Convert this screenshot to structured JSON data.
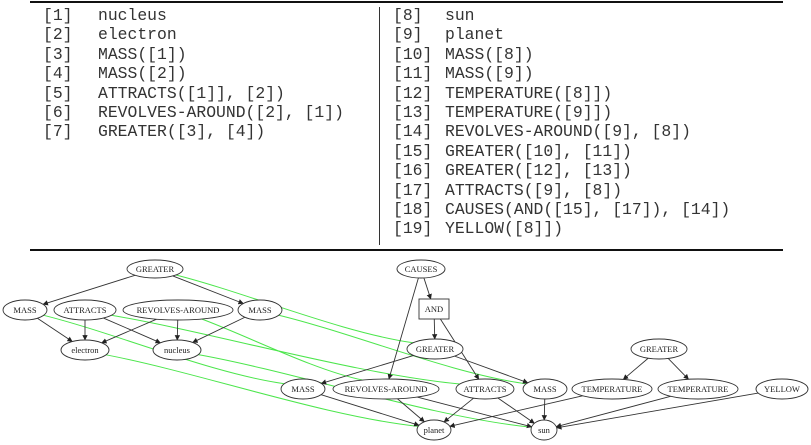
{
  "facts_table": {
    "left": [
      {
        "index": "[1]",
        "expr": "nucleus"
      },
      {
        "index": "[2]",
        "expr": "electron"
      },
      {
        "index": "[3]",
        "expr": "MASS([1])"
      },
      {
        "index": "[4]",
        "expr": "MASS([2])"
      },
      {
        "index": "[5]",
        "expr": "ATTRACTS([1]], [2])"
      },
      {
        "index": "[6]",
        "expr": "REVOLVES-AROUND([2], [1])"
      },
      {
        "index": "[7]",
        "expr": "GREATER([3], [4])"
      }
    ],
    "right": [
      {
        "index": "[8]",
        "expr": "sun"
      },
      {
        "index": "[9]",
        "expr": "planet"
      },
      {
        "index": "[10]",
        "expr": "MASS([8])"
      },
      {
        "index": "[11]",
        "expr": "MASS([9])"
      },
      {
        "index": "[12]",
        "expr": "TEMPERATURE([8]])"
      },
      {
        "index": "[13]",
        "expr": "TEMPERATURE([9]])"
      },
      {
        "index": "[14]",
        "expr": "REVOLVES-AROUND([9], [8])"
      },
      {
        "index": "[15]",
        "expr": "GREATER([10], [11])"
      },
      {
        "index": "[16]",
        "expr": "GREATER([12], [13])"
      },
      {
        "index": "[17]",
        "expr": "ATTRACTS([9], [8])"
      },
      {
        "index": "[18]",
        "expr": "CAUSES(AND([15], [17]), [14])"
      },
      {
        "index": "[19]",
        "expr": "YELLOW([8]])"
      }
    ]
  },
  "graph": {
    "edge_color": "#333333",
    "mapping_color": "#4ce64c",
    "nodes": [
      {
        "id": "a_greater",
        "label": "GREATER",
        "shape": "ellipse"
      },
      {
        "id": "a_mass1",
        "label": "MASS",
        "shape": "ellipse"
      },
      {
        "id": "a_attracts",
        "label": "ATTRACTS",
        "shape": "ellipse"
      },
      {
        "id": "a_revolves",
        "label": "REVOLVES-AROUND",
        "shape": "ellipse"
      },
      {
        "id": "a_mass2",
        "label": "MASS",
        "shape": "ellipse"
      },
      {
        "id": "a_electron",
        "label": "electron",
        "shape": "ellipse"
      },
      {
        "id": "a_nucleus",
        "label": "nucleus",
        "shape": "ellipse"
      },
      {
        "id": "b_causes",
        "label": "CAUSES",
        "shape": "ellipse"
      },
      {
        "id": "b_and",
        "label": "AND",
        "shape": "box"
      },
      {
        "id": "b_greater",
        "label": "GREATER",
        "shape": "ellipse"
      },
      {
        "id": "b_mass1",
        "label": "MASS",
        "shape": "ellipse"
      },
      {
        "id": "b_revolves",
        "label": "REVOLVES-AROUND",
        "shape": "ellipse"
      },
      {
        "id": "b_attracts",
        "label": "ATTRACTS",
        "shape": "ellipse"
      },
      {
        "id": "b_mass2",
        "label": "MASS",
        "shape": "ellipse"
      },
      {
        "id": "b_planet",
        "label": "planet",
        "shape": "ellipse"
      },
      {
        "id": "b_sun",
        "label": "sun",
        "shape": "ellipse"
      },
      {
        "id": "b_greater2",
        "label": "GREATER",
        "shape": "ellipse"
      },
      {
        "id": "b_temp1",
        "label": "TEMPERATURE",
        "shape": "ellipse"
      },
      {
        "id": "b_temp2",
        "label": "TEMPERATURE",
        "shape": "ellipse"
      },
      {
        "id": "b_yellow",
        "label": "YELLOW",
        "shape": "ellipse"
      }
    ],
    "edges": [
      [
        "a_greater",
        "a_mass1"
      ],
      [
        "a_greater",
        "a_mass2"
      ],
      [
        "a_mass1",
        "a_electron"
      ],
      [
        "a_attracts",
        "a_electron"
      ],
      [
        "a_attracts",
        "a_nucleus"
      ],
      [
        "a_revolves",
        "a_electron"
      ],
      [
        "a_revolves",
        "a_nucleus"
      ],
      [
        "a_mass2",
        "a_nucleus"
      ],
      [
        "b_causes",
        "b_and"
      ],
      [
        "b_causes",
        "b_revolves"
      ],
      [
        "b_and",
        "b_greater"
      ],
      [
        "b_and",
        "b_attracts"
      ],
      [
        "b_greater",
        "b_mass1"
      ],
      [
        "b_greater",
        "b_mass2"
      ],
      [
        "b_mass1",
        "b_planet"
      ],
      [
        "b_revolves",
        "b_planet"
      ],
      [
        "b_revolves",
        "b_sun"
      ],
      [
        "b_attracts",
        "b_planet"
      ],
      [
        "b_attracts",
        "b_sun"
      ],
      [
        "b_mass2",
        "b_sun"
      ],
      [
        "b_greater2",
        "b_temp1"
      ],
      [
        "b_greater2",
        "b_temp2"
      ],
      [
        "b_temp1",
        "b_planet"
      ],
      [
        "b_temp2",
        "b_sun"
      ],
      [
        "b_yellow",
        "b_sun"
      ]
    ],
    "mappings": [
      [
        "a_greater",
        "b_greater"
      ],
      [
        "a_mass2",
        "b_mass2"
      ],
      [
        "a_mass1",
        "b_mass1"
      ],
      [
        "a_attracts",
        "b_attracts"
      ],
      [
        "a_revolves",
        "b_revolves"
      ],
      [
        "a_electron",
        "b_planet"
      ],
      [
        "a_nucleus",
        "b_sun"
      ]
    ]
  }
}
